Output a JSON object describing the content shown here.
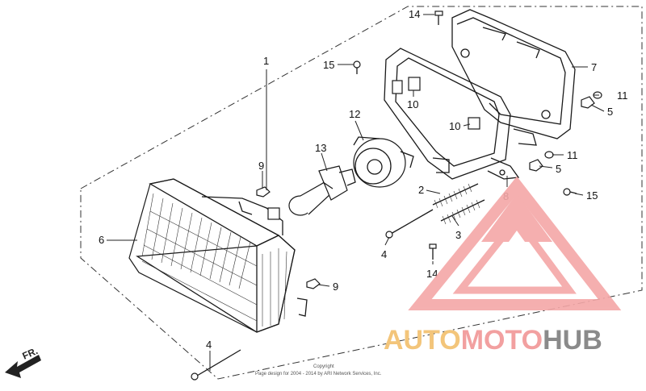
{
  "callouts": [
    "1",
    "2",
    "3",
    "4",
    "4",
    "5",
    "5",
    "6",
    "7",
    "8",
    "9",
    "9",
    "10",
    "10",
    "11",
    "11",
    "12",
    "13",
    "14",
    "14",
    "15",
    "15"
  ],
  "direction_label": "FR.",
  "copyright_line1": "Copyright",
  "copyright_line2": "Page design for 2004 - 2014 by ARI Network Services, Inc.",
  "watermark": {
    "text_auto": "AUTO",
    "text_moto": "MOTO",
    "text_hub": "HUB",
    "color_auto": "#f3c57a",
    "color_moto": "#f2a0a0",
    "color_hub": "#8a8a8a",
    "logo_color": "#f4a7a7"
  }
}
